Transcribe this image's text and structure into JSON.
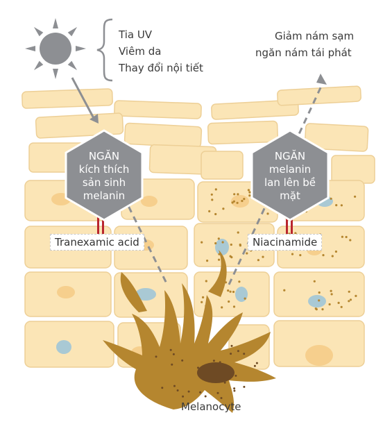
{
  "causes": [
    "Tia UV",
    "Viêm da",
    "Thay đổi nội tiết"
  ],
  "result": [
    "Giảm nám sạm",
    "ngăn nám tái phát"
  ],
  "left_block": {
    "lines": [
      "NGĂN",
      "kích thích",
      "sản sinh",
      "melanin"
    ]
  },
  "right_block": {
    "lines": [
      "NGĂN",
      "melanin",
      "lan lên bề",
      "mặt"
    ]
  },
  "left_ingredient": "Tranexamic acid",
  "right_ingredient": "Niacinamide",
  "cell_label": "Melanocyte",
  "colors": {
    "cell_fill": "#fbe5b6",
    "cell_stroke": "#edcf96",
    "melanocyte": "#b5862f",
    "hexagon": "#8d8f93",
    "connector": "#b9262e",
    "arrow": "#8d8f93",
    "nucleus_blue": "#a9c9d4"
  },
  "icons": [
    "sun-icon",
    "curly-brace-icon",
    "hexagon-icon",
    "arrow-icon"
  ]
}
